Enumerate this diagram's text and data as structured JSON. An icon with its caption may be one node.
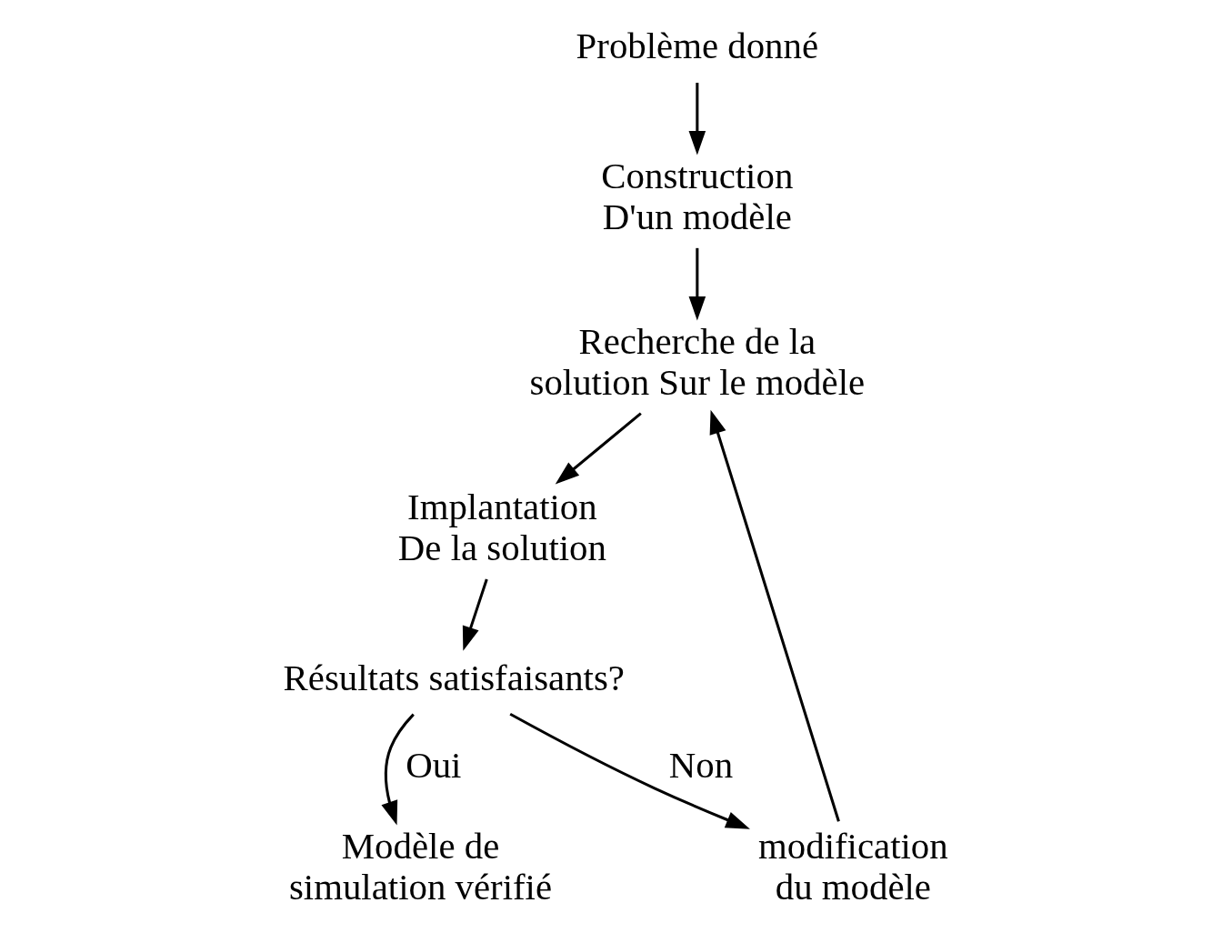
{
  "diagram": {
    "nodes": [
      {
        "text": [
          "Problème donné"
        ]
      },
      {
        "text": [
          "Construction D'un modèle"
        ]
      },
      {
        "text": [
          "Recherche de la solution Sur le modèle"
        ]
      },
      {
        "text": [
          "Implantation De la solution"
        ]
      },
      {
        "text": [
          "Résultats satisfaisants?"
        ]
      },
      {
        "text": [
          "modification du modèle"
        ]
      },
      {
        "text": [
          "Modèle de simulation vérifié"
        ]
      }
    ],
    "edges": [
      {
        "from": 0,
        "to": 1,
        "arrow": "to"
      },
      {
        "from": 1,
        "to": 2,
        "arrow": "to"
      },
      {
        "from": 2,
        "to": 3,
        "arrow": "to"
      },
      {
        "from": 3,
        "to": 4,
        "arrow": "to"
      },
      {
        "from": 4,
        "to": 5,
        "arrow": "to",
        "label": "Non"
      },
      {
        "from": 5,
        "to": 2,
        "arrow": "to"
      },
      {
        "from": 4,
        "to": 6,
        "arrow": "to",
        "label": "Oui"
      }
    ]
  }
}
